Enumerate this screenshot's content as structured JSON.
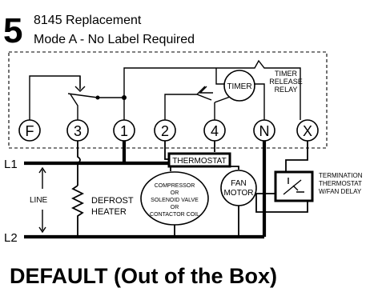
{
  "header": {
    "step_number": "5",
    "line1": "8145 Replacement",
    "line2": "Mode A - No Label Required"
  },
  "terminals": [
    "F",
    "3",
    "1",
    "2",
    "4",
    "N",
    "X"
  ],
  "labels": {
    "timer": "TIMER",
    "timer_release_relay": [
      "TIMER",
      "RELEASE",
      "RELAY"
    ],
    "l1": "L1",
    "l2": "L2",
    "line": "LINE",
    "defrost_heater": [
      "DEFROST",
      "HEATER"
    ],
    "thermostat": "THERMOSTAT",
    "compressor": [
      "COMPRESSOR",
      "OR",
      "SOLENOID VALVE",
      "OR",
      "CONTACTOR COIL"
    ],
    "fan_motor": [
      "FAN",
      "MOTOR"
    ],
    "termination_thermostat": [
      "TERMINATION",
      "THERMOSTAT",
      "W/FAN DELAY"
    ]
  },
  "footer": {
    "caption": "DEFAULT (Out of the Box)"
  }
}
